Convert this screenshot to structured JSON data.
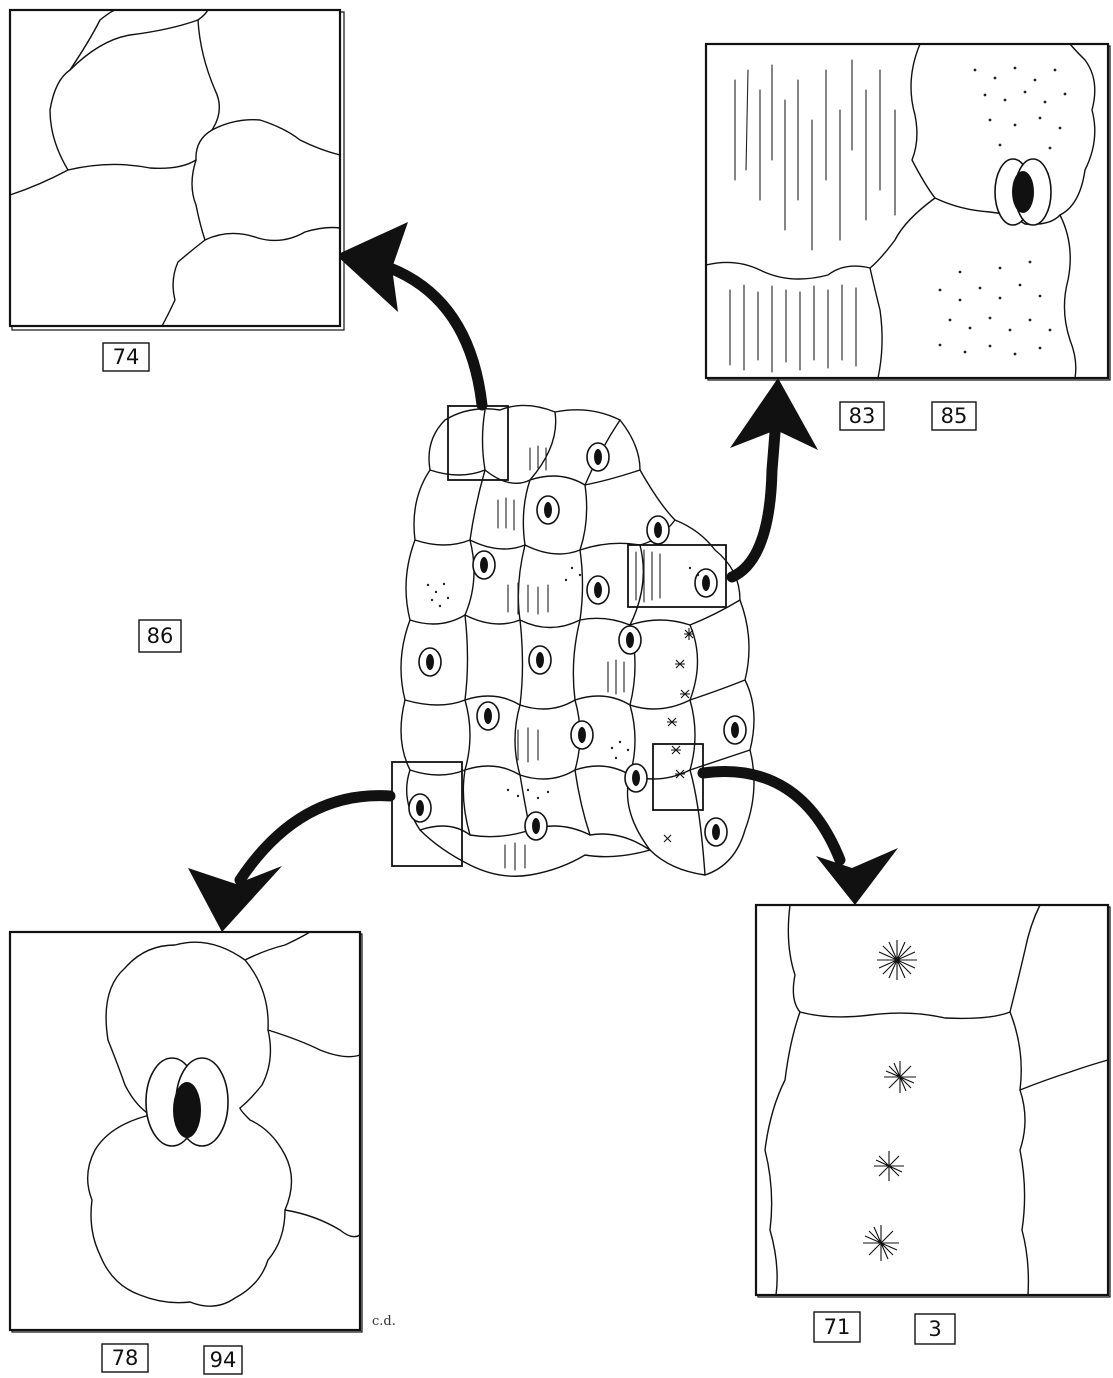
{
  "labels": {
    "epidermis_panel": "74",
    "stomata_striation_panel_a": "83",
    "stomata_striation_panel_b": "85",
    "overview": "86",
    "stomata_panel_a": "78",
    "stomata_panel_b": "94",
    "crystal_panel_a": "71",
    "crystal_panel_b": "3"
  },
  "signature": "c.d."
}
